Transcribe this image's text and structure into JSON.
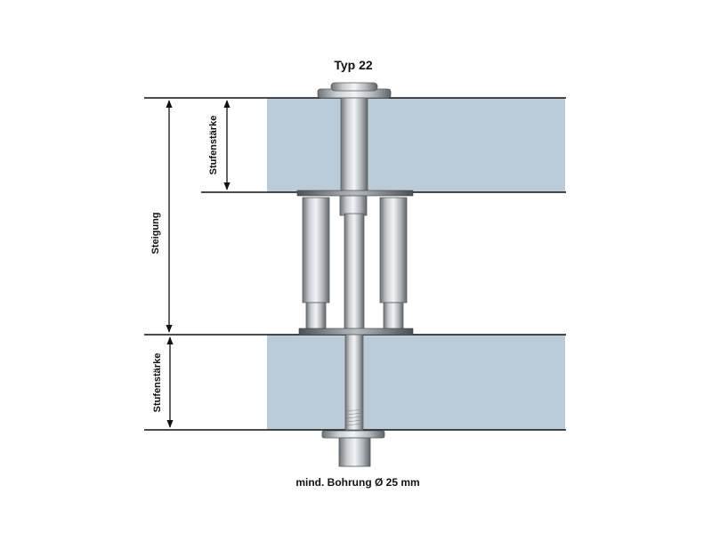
{
  "title": "Typ 22",
  "footer": "mind. Bohrung Ø 25 mm",
  "labels": {
    "upper_thickness": "Stufenstärke",
    "rise": "Steigung",
    "lower_thickness": "Stufenstärke"
  },
  "colors": {
    "step_fill": "#bccbd8",
    "line": "#111111",
    "metal_light": "#e4e6e8",
    "metal_mid": "#a9adb2",
    "metal_dark": "#6d7277"
  }
}
